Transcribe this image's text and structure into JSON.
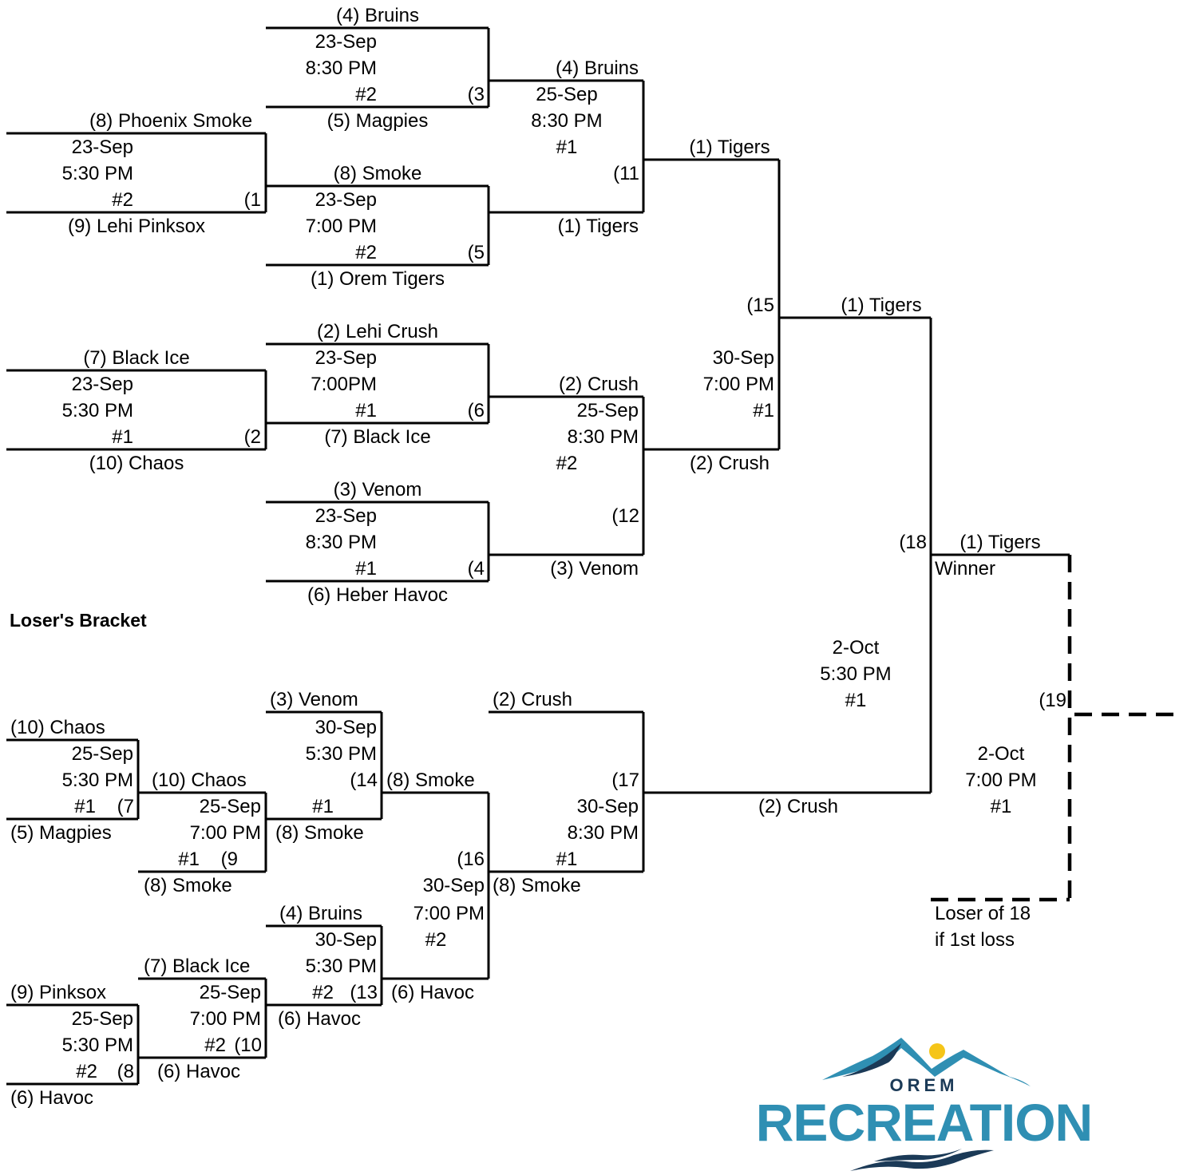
{
  "winners": {
    "r1_top_team": "(4) Bruins",
    "r1_top_date": "23-Sep",
    "r1_top_time": "8:30 PM",
    "r1_top_field": "#2",
    "r1_top_game": "(3",
    "r1_top_bottom_team": "(5) Magpies",
    "pre1_top_team": "(8) Phoenix Smoke",
    "pre1_date": "23-Sep",
    "pre1_time": "5:30 PM",
    "pre1_field": "#2",
    "pre1_game": "(1",
    "pre1_bottom_team": "(9) Lehi Pinksox",
    "r1_b_top_team": "(8) Smoke",
    "r1_b_date": "23-Sep",
    "r1_b_time": "7:00 PM",
    "r1_b_field": "#2",
    "r1_b_game": "(5",
    "r1_b_bottom_team": "(1) Orem Tigers",
    "r2_a_top_team": "(4) Bruins",
    "r2_a_date": "25-Sep",
    "r2_a_time": "8:30 PM",
    "r2_a_field": "#1",
    "r2_a_game": "(11",
    "r2_a_bottom_team": "(1)  Tigers",
    "r3_a_top_team": "(1) Tigers",
    "r3_a_game": "(15",
    "r3_a_date": "30-Sep",
    "r3_a_time": "7:00 PM",
    "r3_a_field": "#1",
    "r3_a_bottom_team": "(2) Crush",
    "final_top_team": "(1) Tigers",
    "r1_c_top_team": "(2) Lehi Crush",
    "r1_c_date": "23-Sep",
    "r1_c_time": "7:00PM",
    "r1_c_field": "#1",
    "r1_c_game": "(6",
    "r1_c_bottom_team": "(7) Black Ice",
    "pre2_top_team": "(7) Black Ice",
    "pre2_date": "23-Sep",
    "pre2_time": "5:30 PM",
    "pre2_field": "#1",
    "pre2_game": "(2",
    "pre2_bottom_team": "(10) Chaos",
    "r2_b_top_team": "(2) Crush",
    "r2_b_date": "25-Sep",
    "r2_b_time": "8:30 PM",
    "r2_b_field": "#2",
    "r2_b_game": "(12",
    "r2_b_bottom_team": "(3) Venom",
    "r1_d_top_team": "(3) Venom",
    "r1_d_date": "23-Sep",
    "r1_d_time": "8:30 PM",
    "r1_d_field": "#1",
    "r1_d_game": "(4",
    "r1_d_bottom_team": "(6) Heber Havoc"
  },
  "championship": {
    "g18_game": "(18",
    "g18_winner_team": "(1) Tigers",
    "g18_winner_label": "Winner",
    "g18_date": "2-Oct",
    "g18_time": "5:30 PM",
    "g18_field": "#1",
    "g19_game": "(19",
    "g19_date": "2-Oct",
    "g19_time": "7:00 PM",
    "g19_field": "#1",
    "g19_note_line1": "Loser of 18",
    "g19_note_line2": "if 1st loss"
  },
  "losers": {
    "heading": "Loser's Bracket",
    "g7_top_team": "(10) Chaos",
    "g7_date": "25-Sep",
    "g7_time": "5:30 PM",
    "g7_field": "#1",
    "g7_game": "(7",
    "g7_bottom_team": "(5) Magpies",
    "g9_top_team": "(10) Chaos",
    "g9_date": "25-Sep",
    "g9_time": "7:00 PM",
    "g9_field": "#1",
    "g9_game": "(9",
    "g9_bottom_team": "(8) Smoke",
    "g14_top_team": "(3) Venom",
    "g14_date": "30-Sep",
    "g14_time": "5:30 PM",
    "g14_game": "(14",
    "g14_field": "#1",
    "g14_bottom_team": "(8) Smoke",
    "g16_top_team": "(8) Smoke",
    "g16_game": "(16",
    "g16_date": "30-Sep",
    "g16_time": "7:00 PM",
    "g16_field": "#2",
    "g16_bottom_team": "(6) Havoc",
    "g17_top_team": "(2) Crush",
    "g17_game": "(17",
    "g17_date": "30-Sep",
    "g17_time": "8:30 PM",
    "g17_field": "#1",
    "g17_bottom_team": "(8) Smoke",
    "g17_winner_team": "(2) Crush",
    "g13_top_team": "(4) Bruins",
    "g13_date": "30-Sep",
    "g13_time": "5:30 PM",
    "g13_field": "#2",
    "g13_game": "(13",
    "g13_bottom_team": "(6) Havoc",
    "g10_top_team": "(7) Black Ice",
    "g10_date": "25-Sep",
    "g10_time": "7:00 PM",
    "g10_field": "#2",
    "g10_game": "(10",
    "g10_bottom_team": "(6) Havoc",
    "g8_top_team": "(9) Pinksox",
    "g8_date": "25-Sep",
    "g8_time": "5:30 PM",
    "g8_field": "#2",
    "g8_game": "(8",
    "g8_bottom_team": "(6) Havoc"
  },
  "logo": {
    "orem": "OREM",
    "recreation": "RECREATION",
    "colors": {
      "navy": "#1b3a57",
      "blue": "#2f8fb3",
      "sun": "#f5c518"
    }
  }
}
